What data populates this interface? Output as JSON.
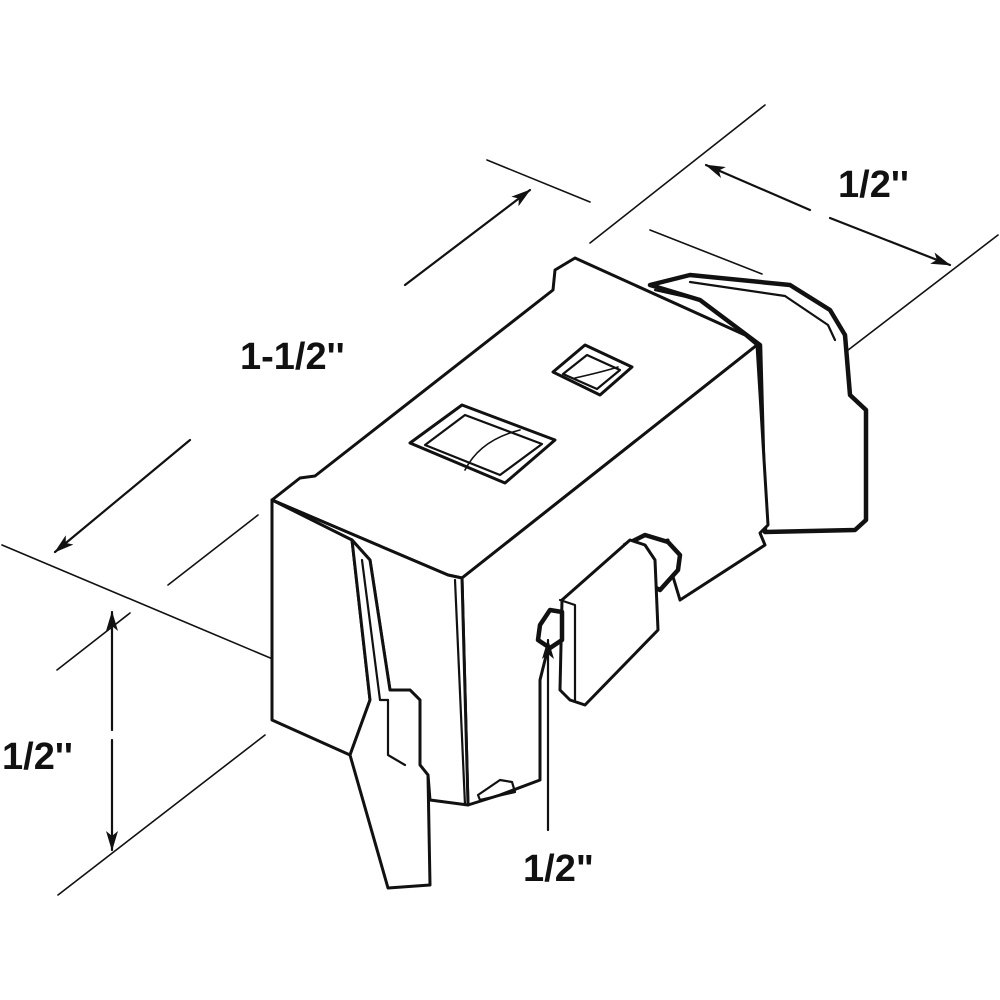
{
  "dimensions": {
    "length": "1-1/2''",
    "top_width": "1/2''",
    "left_height": "1/2''",
    "bottom_width": "1/2\""
  }
}
